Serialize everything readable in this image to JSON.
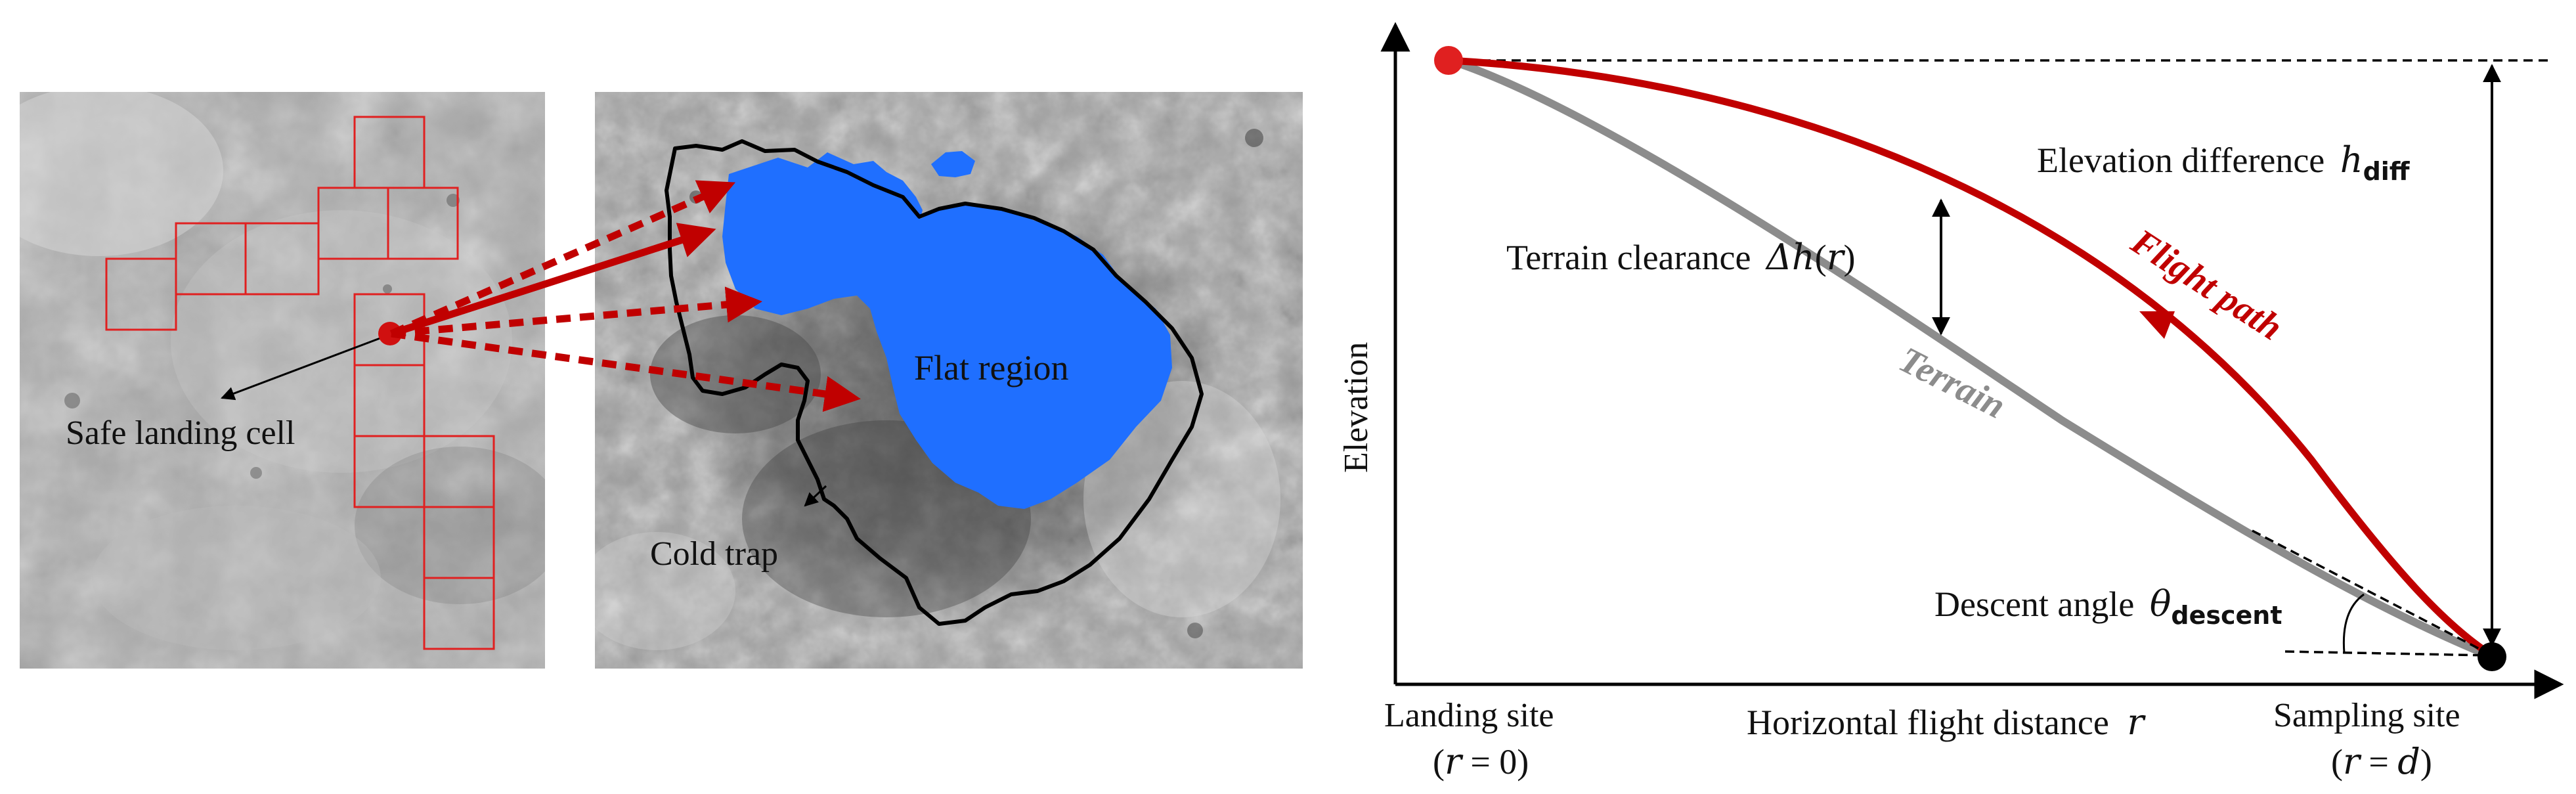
{
  "panel_left": {
    "safe_landing_label": "Safe landing cell"
  },
  "panel_middle": {
    "flat_region_label": "Flat region",
    "cold_trap_label": "Cold trap"
  },
  "panel_right": {
    "axis_y_label": "Elevation",
    "axis_x_label": "Horizontal flight distance",
    "axis_x_symbol": "r",
    "landing_site": {
      "name": "Landing site",
      "cond_open": "(",
      "cond_var": "r",
      "cond_rest": " = 0)"
    },
    "sampling_site": {
      "name": "Sampling site",
      "cond_open": "(",
      "cond_var": "r",
      "cond_rest": " = ",
      "cond_var2": "d",
      "cond_close": ")"
    },
    "elevation_diff": {
      "text": "Elevation difference",
      "symbol": "h",
      "sub": "diff"
    },
    "terrain_clearance": {
      "text": "Terrain clearance",
      "symbol": "Δh",
      "arg_open": "(",
      "arg": "r",
      "arg_close": ")"
    },
    "descent_angle": {
      "text": "Descent angle",
      "symbol": "θ",
      "sub": "descent"
    },
    "flight_path_label": "Flight path",
    "terrain_label": "Terrain"
  },
  "colors": {
    "flight_path": "#c00000",
    "terrain": "#8c8c8c",
    "flat_region": "#1f6fff",
    "grid_cells": "#e02020",
    "boundary": "#000000"
  }
}
